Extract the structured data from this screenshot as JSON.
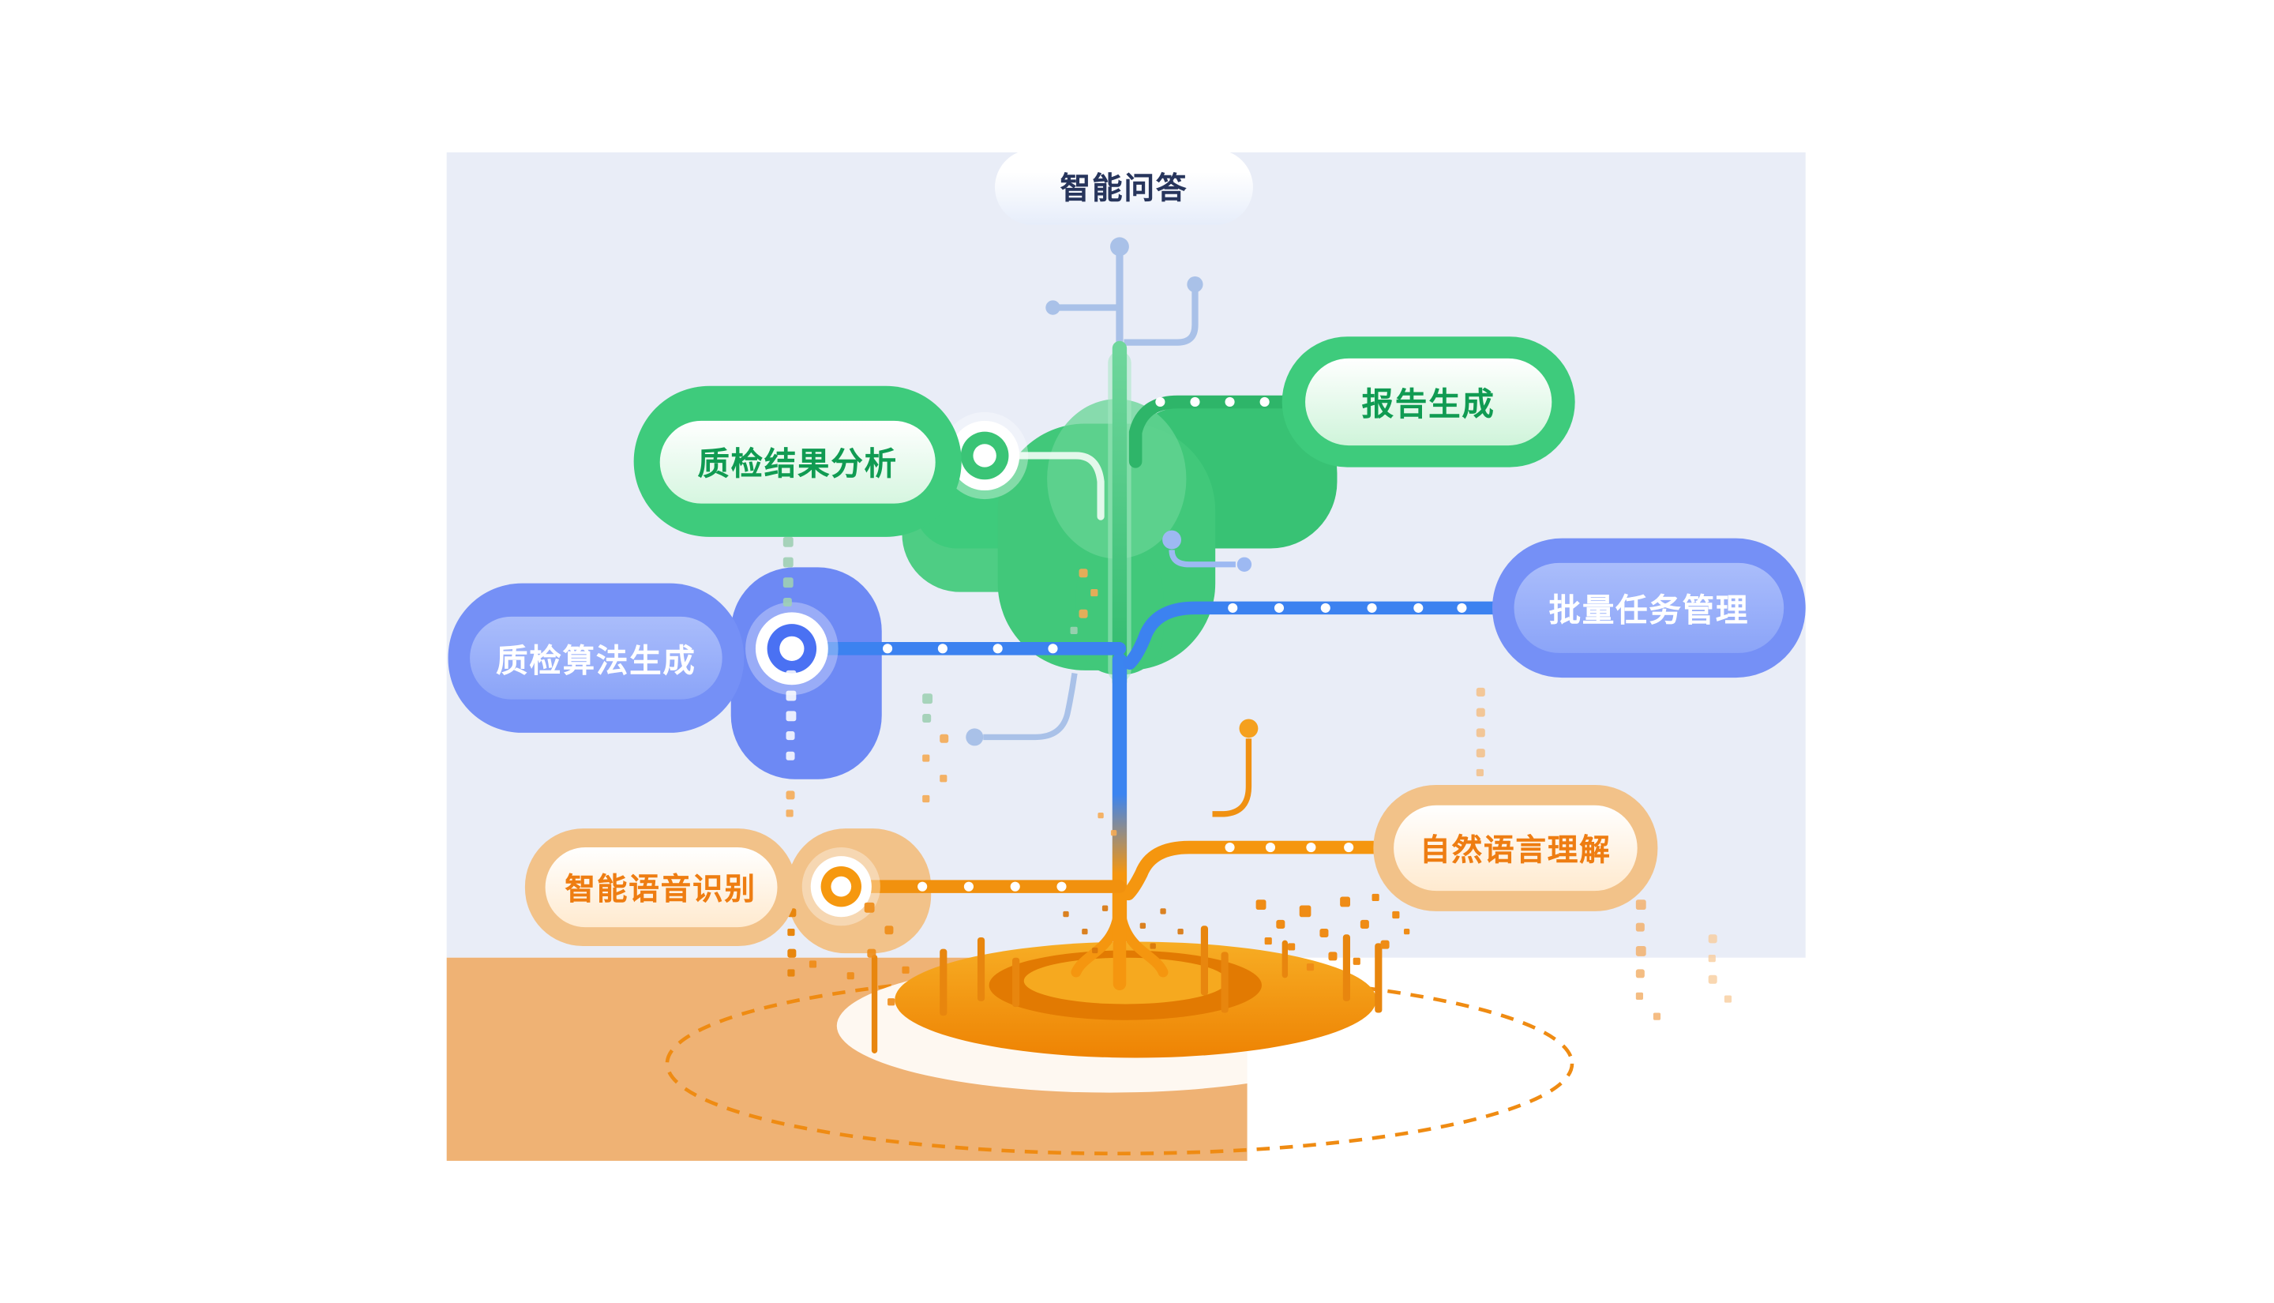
{
  "nodes": {
    "qa": {
      "label": "智能问答"
    },
    "report": {
      "label": "报告生成"
    },
    "analysis": {
      "label": "质检结果分析"
    },
    "batch": {
      "label": "批量任务管理"
    },
    "algorithm": {
      "label": "质检算法生成"
    },
    "nlu": {
      "label": "自然语言理解"
    },
    "asr": {
      "label": "智能语音识别"
    }
  },
  "palette": {
    "green": "#3ecb7c",
    "blue": "#7590f6",
    "blue_line": "#3c82f0",
    "orange": "#f5960f",
    "tan": "#f2c289",
    "light_blue": "#a9c1e8",
    "panel_bg": "#e9edf7",
    "sand_panel": "#efb274"
  }
}
